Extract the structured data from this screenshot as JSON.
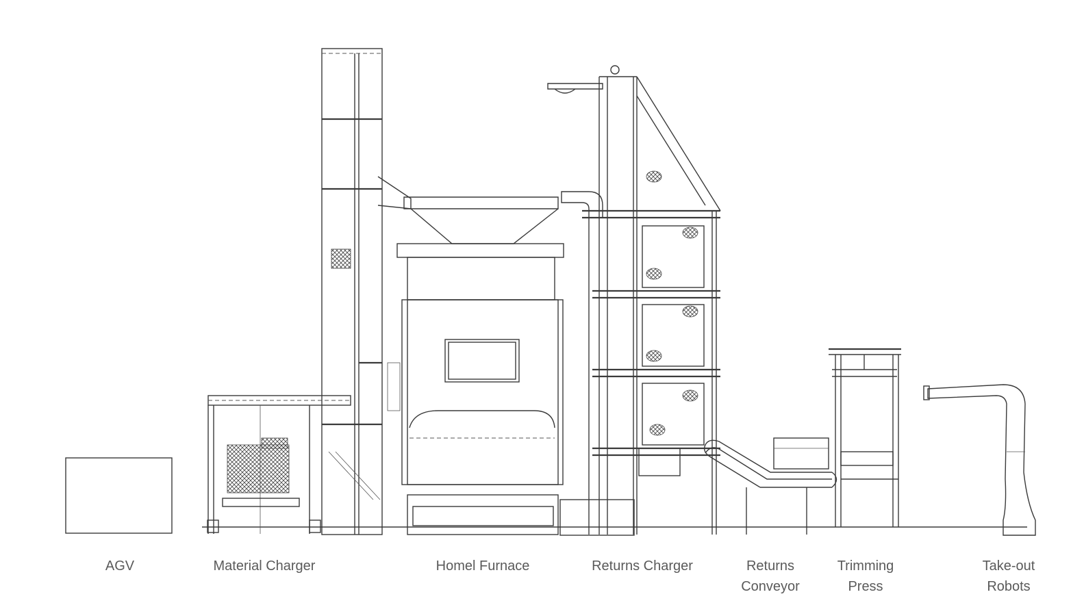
{
  "labels": {
    "agv": "AGV",
    "material_charger": "Material Charger",
    "homel_furnace": "Homel Furnace",
    "returns_charger": "Returns Charger",
    "returns_conveyor": "Returns\nConveyor",
    "trimming_press": "Trimming\nPress",
    "take_out_robots": "Take-out\nRobots"
  },
  "colors": {
    "line": "#3a3a3a",
    "label": "#5a5a5a",
    "background": "#ffffff"
  }
}
